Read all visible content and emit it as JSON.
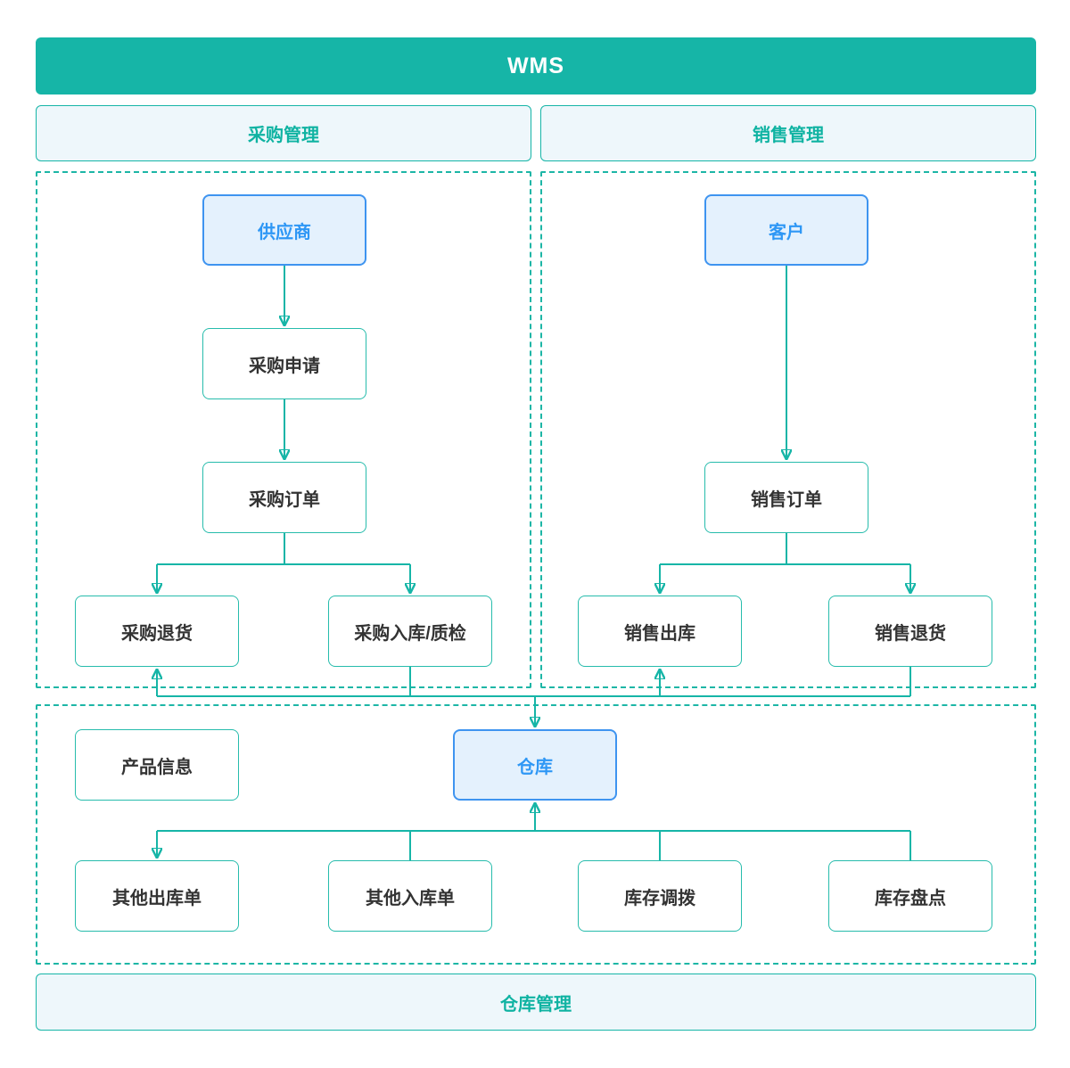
{
  "app": {
    "title": "WMS"
  },
  "theme": {
    "teal": "#16b5a7",
    "header-fill": "#eef7fb",
    "blue-border": "#3e94f0",
    "blue-fill": "#e4f1fd",
    "blue-text": "#2e97f5",
    "node-text": "#333333"
  },
  "sections": {
    "purchase": "采购管理",
    "sales": "销售管理",
    "warehouse": "仓库管理"
  },
  "nodes": {
    "supplier": {
      "label": "供应商"
    },
    "purchase_request": {
      "label": "采购申请"
    },
    "purchase_order": {
      "label": "采购订单"
    },
    "purchase_return": {
      "label": "采购退货"
    },
    "purchase_inbound_qc": {
      "label": "采购入库/质检"
    },
    "customer": {
      "label": "客户"
    },
    "sales_order": {
      "label": "销售订单"
    },
    "sales_outbound": {
      "label": "销售出库"
    },
    "sales_return": {
      "label": "销售退货"
    },
    "product_info": {
      "label": "产品信息"
    },
    "warehouse": {
      "label": "仓库"
    },
    "other_outbound": {
      "label": "其他出库单"
    },
    "other_inbound": {
      "label": "其他入库单"
    },
    "inventory_transfer": {
      "label": "库存调拨"
    },
    "inventory_count": {
      "label": "库存盘点"
    }
  }
}
